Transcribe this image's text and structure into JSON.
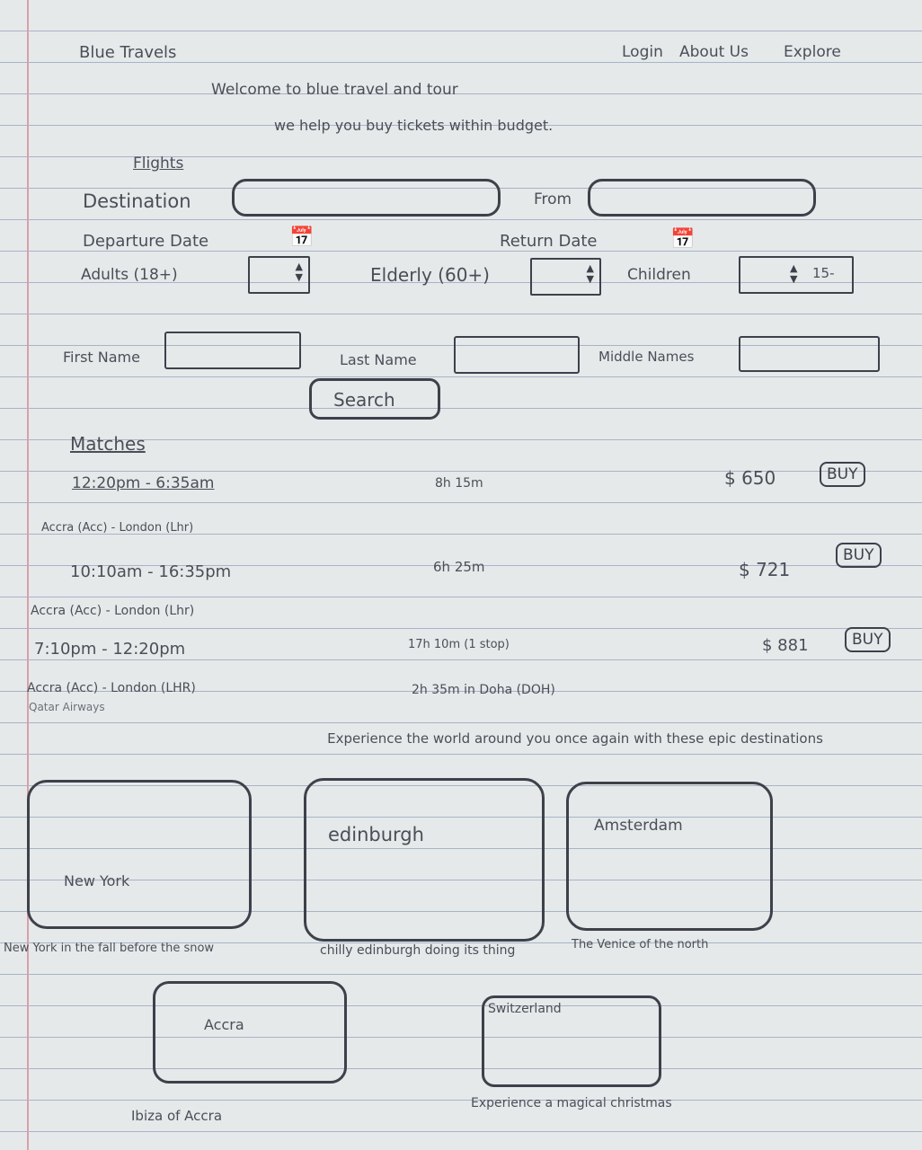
{
  "header": {
    "brand": "Blue Travels",
    "nav": [
      "Login",
      "About Us",
      "Explore"
    ],
    "welcome": "Welcome to blue travel and tour",
    "tagline": "we help you buy tickets within budget."
  },
  "flights_form": {
    "section_title": "Flights",
    "destination_label": "Destination",
    "from_label": "From",
    "departure_label": "Departure Date",
    "return_label": "Return Date",
    "adults_label": "Adults (18+)",
    "elderly_label": "Elderly (60+)",
    "children_label": "Children",
    "children_value": "15-",
    "first_name_label": "First Name",
    "last_name_label": "Last Name",
    "middle_names_label": "Middle Names",
    "search_label": "Search"
  },
  "matches": {
    "title": "Matches",
    "items": [
      {
        "time": "12:20pm - 6:35am",
        "route": "Accra (Acc) - London (Lhr)",
        "duration": "8h 15m",
        "price": "$ 650",
        "buy": "BUY"
      },
      {
        "time": "10:10am - 16:35pm",
        "route": "Accra (Acc) - London (Lhr)",
        "duration": "6h 25m",
        "price": "$ 721",
        "buy": "BUY"
      },
      {
        "time": "7:10pm - 12:20pm",
        "route": "Accra (Acc) - London (LHR)",
        "airline": "Qatar Airways",
        "duration": "17h 10m (1 stop)",
        "stop": "2h 35m in Doha (DOH)",
        "price": "$ 881",
        "buy": "BUY"
      }
    ]
  },
  "destinations": {
    "heading": "Experience the world around you once again with these epic destinations",
    "cards": [
      {
        "name": "New York",
        "caption": "New York in the fall before the snow"
      },
      {
        "name": "edinburgh",
        "caption": "chilly edinburgh doing its thing"
      },
      {
        "name": "Amsterdam",
        "caption": "The Venice of the north"
      },
      {
        "name": "Accra",
        "caption": "Ibiza of Accra"
      },
      {
        "name": "Switzerland",
        "caption": "Experience a magical christmas"
      }
    ]
  }
}
